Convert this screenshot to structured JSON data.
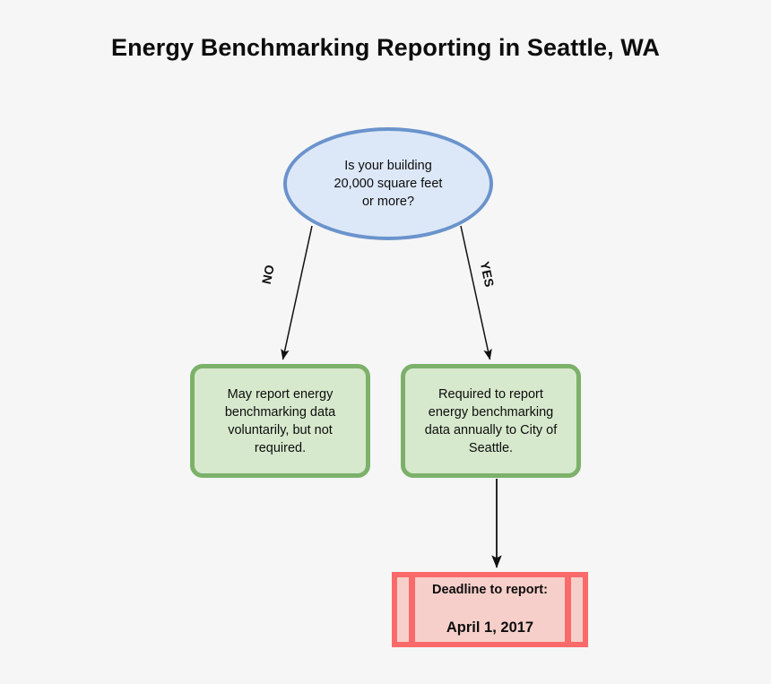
{
  "title": "Energy Benchmarking Reporting in Seattle, WA",
  "background_color": "#f6f6f6",
  "diagram": {
    "type": "flowchart",
    "nodes": [
      {
        "id": "decision",
        "shape": "ellipse",
        "text": "Is your building\n20,000 square feet\nor more?",
        "fill": "#dce8f8",
        "stroke": "#6b93cc"
      },
      {
        "id": "voluntary",
        "shape": "rounded-rectangle",
        "text": "May report energy\nbenchmarking data\nvoluntarily, but not\nrequired.",
        "fill": "#d7e9cd",
        "stroke": "#7cb16a"
      },
      {
        "id": "required",
        "shape": "rounded-rectangle",
        "text": "Required to report\nenergy benchmarking\ndata annually to City of\nSeattle.",
        "fill": "#d7e9cd",
        "stroke": "#7cb16a"
      },
      {
        "id": "deadline",
        "shape": "predefined-process",
        "text_line_1": "Deadline to report:",
        "text_line_2": "April 1, 2017",
        "fill": "#f7cfca",
        "stroke": "#fb6a6a"
      }
    ],
    "edges": [
      {
        "id": "edge-no",
        "from": "decision",
        "to": "voluntary",
        "label": "NO"
      },
      {
        "id": "edge-yes",
        "from": "decision",
        "to": "required",
        "label": "YES"
      },
      {
        "id": "edge-deadline",
        "from": "required",
        "to": "deadline",
        "label": ""
      }
    ]
  }
}
